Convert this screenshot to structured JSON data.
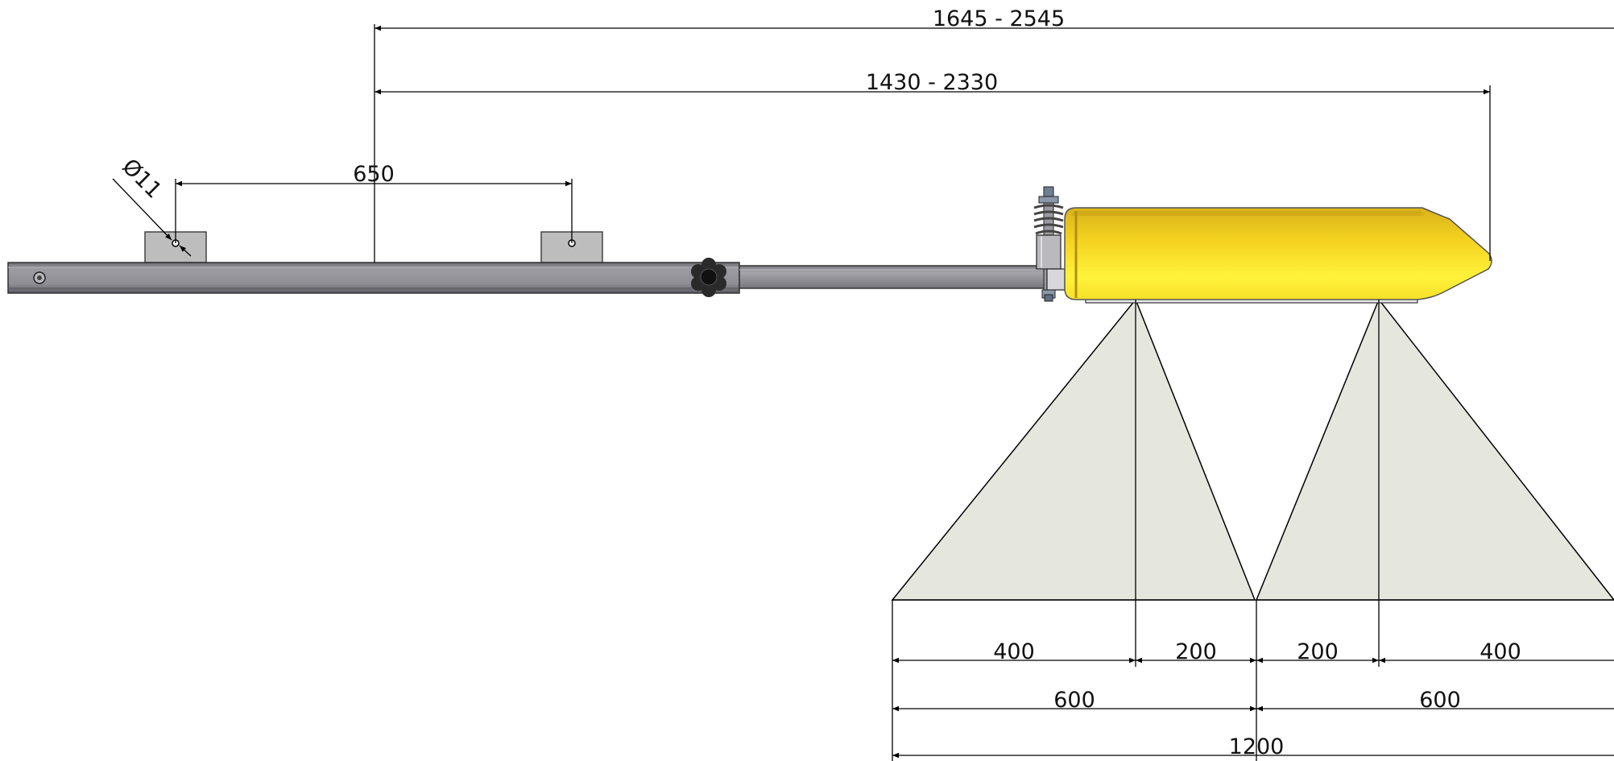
{
  "dimensions": {
    "overall_range": "1645 - 2545",
    "body_range": "1430 - 2330",
    "hole_spacing": "650",
    "hole_diameter": "Ø11",
    "left_outer": "400",
    "left_inner": "200",
    "right_inner": "200",
    "right_outer": "400",
    "left_half": "600",
    "right_half": "600",
    "total_width": "1200"
  },
  "colors": {
    "beam": "#8f8f95",
    "beam_dark": "#5c5c62",
    "bracket": "#bdbdbd",
    "housing": "#f2d422",
    "housing_light": "#fff13a",
    "spray_fan": "#e5e7de",
    "knob": "#2a2a2a"
  },
  "icons": {
    "knob": "clamp-knob-icon",
    "spring": "spring-icon",
    "end_cap": "end-cap-icon"
  }
}
